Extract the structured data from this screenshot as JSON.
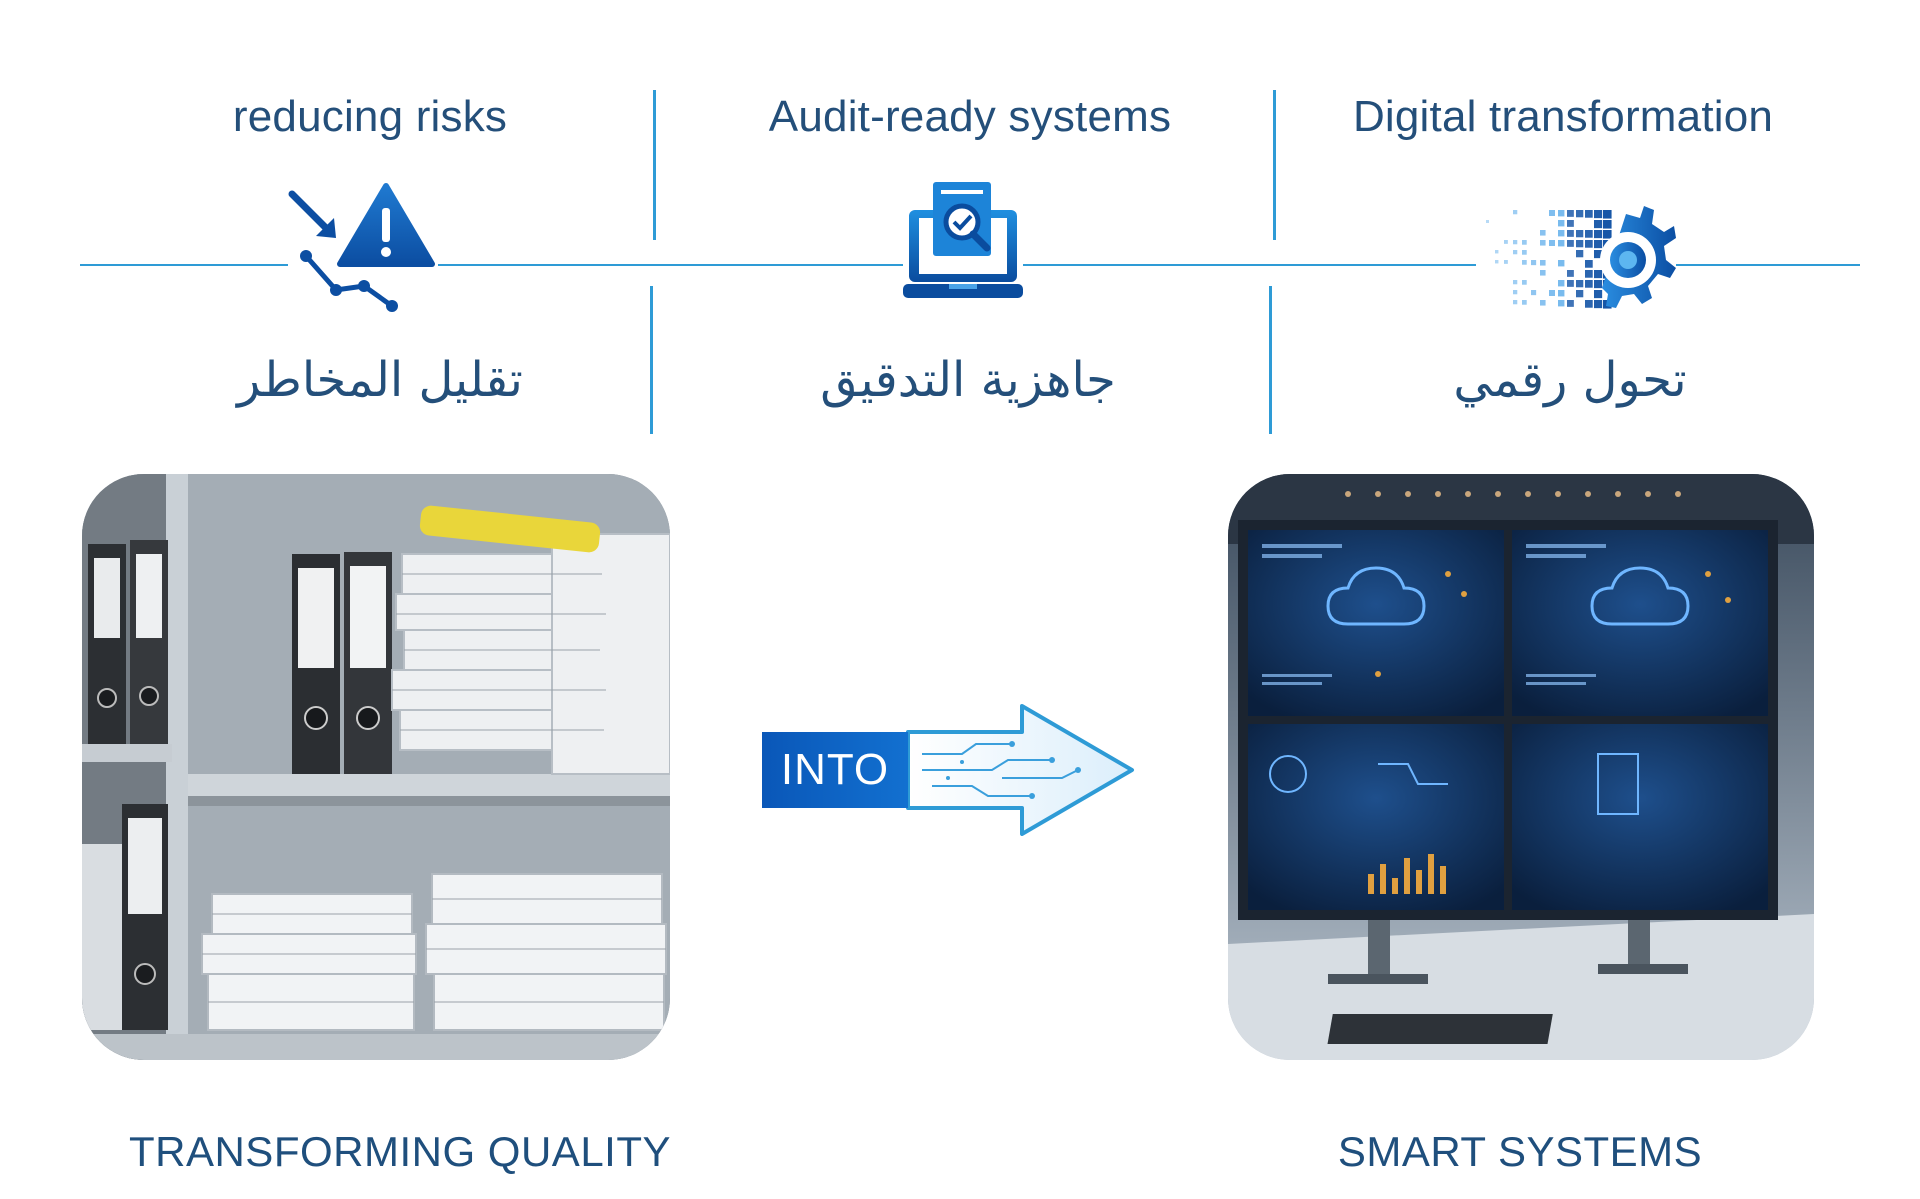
{
  "features": [
    {
      "en": "reducing risks",
      "ar": "تقليل المخاطر",
      "icon": "risk-warning-icon"
    },
    {
      "en": "Audit-ready systems",
      "ar": "جاهزية التدقيق",
      "icon": "audit-laptop-icon"
    },
    {
      "en": "Digital transformation",
      "ar": "تحول رقمي",
      "icon": "digital-gear-icon"
    }
  ],
  "arrow": {
    "label": "INTO"
  },
  "captions": {
    "left": "TRANSFORMING QUALITY",
    "right": "SMART SYSTEMS"
  },
  "images": {
    "left": "paper-files-shelf-photo",
    "right": "smart-monitors-photo"
  },
  "colors": {
    "primary_text": "#244f7a",
    "accent_line": "#2e9bd6",
    "icon_blue": "#1565c0",
    "arrow_box": "#0a57b8"
  }
}
